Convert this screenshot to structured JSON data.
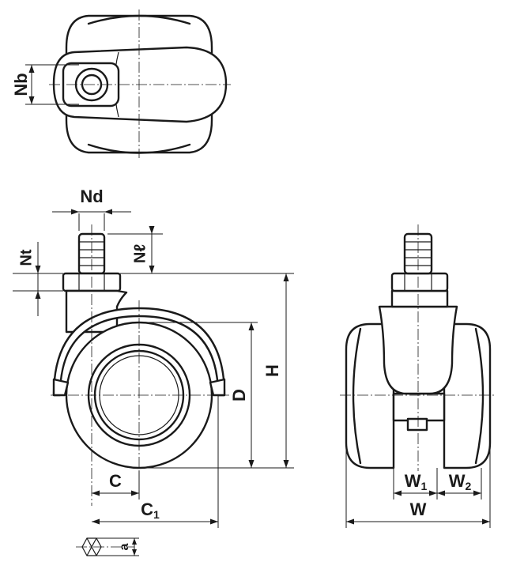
{
  "labels": {
    "nb": "Nb",
    "nd": "Nd",
    "nt": "Nt",
    "nl": "Nℓ",
    "h": "H",
    "d": "D",
    "c": "C",
    "c1_main": "C",
    "c1_sub": "1",
    "w": "W",
    "w1_main": "W",
    "w1_sub": "1",
    "w2_main": "W",
    "w2_sub": "2",
    "a": "a"
  },
  "colors": {
    "stroke": "#1a1a1a",
    "background": "#ffffff"
  }
}
